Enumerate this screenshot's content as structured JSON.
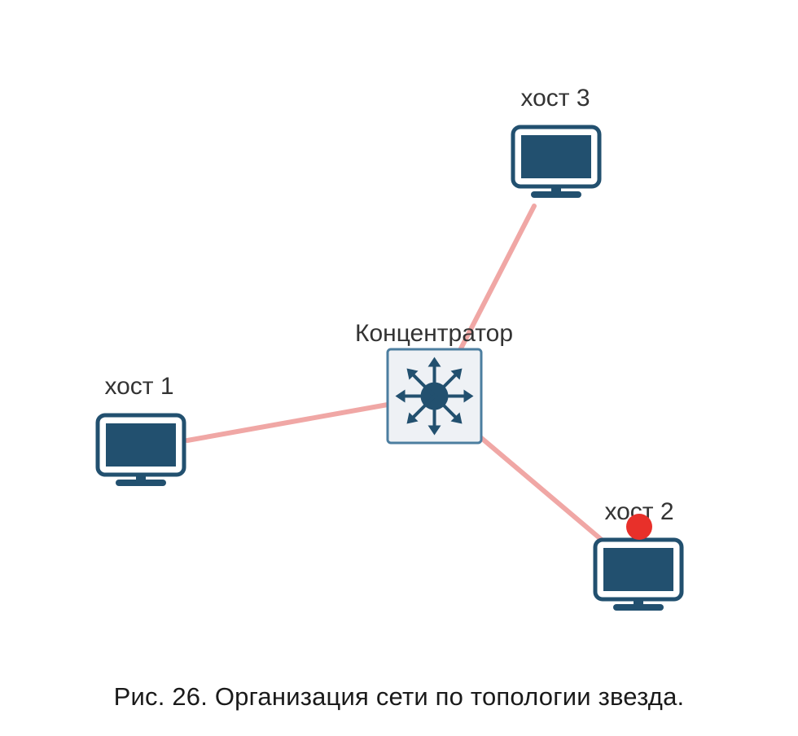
{
  "diagram": {
    "hub": {
      "label": "Концентратор",
      "icon": "hub-icon"
    },
    "hosts": [
      {
        "label": "хост 1",
        "icon": "monitor-icon"
      },
      {
        "label": "хост 2",
        "icon": "monitor-icon"
      },
      {
        "label": "хост 3",
        "icon": "monitor-icon"
      }
    ],
    "colors": {
      "link": "#f0a7a5",
      "node": "#22506f",
      "hub_fill": "#eef1f5",
      "hub_border": "#4c7ea0",
      "signal": "#e8302a"
    }
  },
  "caption": "Рис. 26. Организация сети по топологии звезда."
}
